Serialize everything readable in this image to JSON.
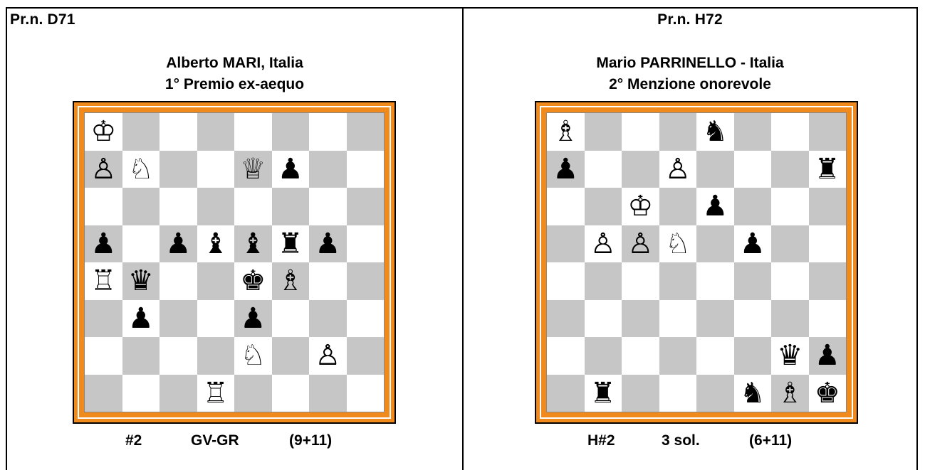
{
  "problems": [
    {
      "label": "Pr.n. D71",
      "title_line1": "Alberto MARI, Italia",
      "title_line2": "1° Premio ex-aequo",
      "board": [
        [
          "wK",
          "",
          "",
          "",
          "",
          "",
          "",
          ""
        ],
        [
          "wP",
          "wN",
          "",
          "",
          "wQ",
          "bP",
          "",
          ""
        ],
        [
          "",
          "",
          "",
          "",
          "",
          "",
          "",
          ""
        ],
        [
          "bP",
          "",
          "bP",
          "bB",
          "bB",
          "bR",
          "bP",
          ""
        ],
        [
          "wR",
          "bQ",
          "",
          "",
          "bK",
          "wB",
          "",
          ""
        ],
        [
          "",
          "bP",
          "",
          "",
          "bP",
          "",
          "",
          ""
        ],
        [
          "",
          "",
          "",
          "",
          "wN",
          "",
          "wP",
          ""
        ],
        [
          "",
          "",
          "",
          "wR",
          "",
          "",
          "",
          ""
        ]
      ],
      "stip": "#2",
      "condition": "GV-GR",
      "count": "(9+11)"
    },
    {
      "label": "Pr.n. H72",
      "title_line1": "Mario PARRINELLO - Italia",
      "title_line2": "2° Menzione onorevole",
      "board": [
        [
          "wB",
          "",
          "",
          "",
          "bN",
          "",
          "",
          ""
        ],
        [
          "bP",
          "",
          "",
          "wP",
          "",
          "",
          "",
          "bR"
        ],
        [
          "",
          "",
          "wK",
          "",
          "bP",
          "",
          "",
          ""
        ],
        [
          "",
          "wP",
          "wP",
          "wN",
          "",
          "bP",
          "",
          ""
        ],
        [
          "",
          "",
          "",
          "",
          "",
          "",
          "",
          ""
        ],
        [
          "",
          "",
          "",
          "",
          "",
          "",
          "",
          ""
        ],
        [
          "",
          "",
          "",
          "",
          "",
          "",
          "bQ",
          "bP"
        ],
        [
          "",
          "bR",
          "",
          "",
          "",
          "bN",
          "wB",
          "bK"
        ]
      ],
      "stip": "H#2",
      "condition": "3 sol.",
      "count": "(6+11)"
    }
  ],
  "piece_glyphs": {
    "wK": "♔",
    "wQ": "♕",
    "wR": "♖",
    "wB": "♗",
    "wN": "♘",
    "wP": "♙",
    "bK": "♚",
    "bQ": "♛",
    "bR": "♜",
    "bB": "♝",
    "bN": "♞",
    "bP": "♟"
  },
  "piece_names": {
    "wK": "white-king-icon",
    "wQ": "white-queen-icon",
    "wR": "white-rook-icon",
    "wB": "white-bishop-icon",
    "wN": "white-knight-icon",
    "wP": "white-pawn-icon",
    "bK": "black-king-icon",
    "bQ": "black-queen-icon",
    "bR": "black-rook-icon",
    "bB": "black-bishop-icon",
    "bN": "black-knight-icon",
    "bP": "black-pawn-icon"
  },
  "colors": {
    "dark_square": "#c6c6c6",
    "light_square": "#ffffff",
    "board_frame": "#f08a1c"
  }
}
